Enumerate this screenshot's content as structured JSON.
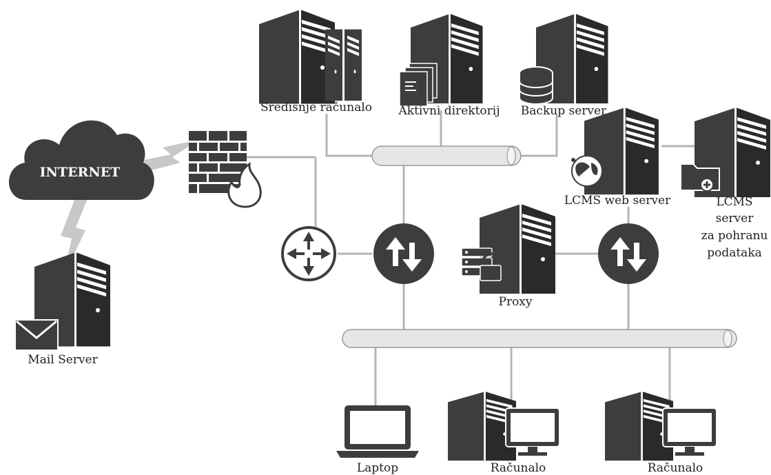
{
  "colors": {
    "device_dark": "#3d3d3d",
    "wire": "#b5b5b5",
    "bus_fill": "#e6e6e6",
    "lightning": "#c8c8c8",
    "background": "#ffffff"
  },
  "labels": {
    "internet": "INTERNET",
    "mail_server": "Mail Server",
    "central_computer": "Središnje računalo",
    "active_directory": "Aktivni direktorij",
    "backup_server": "Backup server",
    "lcms_web_server": "LCMS web server",
    "lcms_storage_line1": "LCMS",
    "lcms_storage_line2": "server",
    "lcms_storage_line3": "za pohranu",
    "lcms_storage_line4": "podataka",
    "proxy": "Proxy",
    "laptop": "Laptop",
    "computer_1": "Računalo",
    "computer_2": "Računalo"
  },
  "icons": {
    "cloud": "cloud-icon",
    "firewall": "firewall-icon",
    "router": "router-icon",
    "switch": "switch-icon",
    "server": "server-tower-icon",
    "laptop": "laptop-icon",
    "monitor": "monitor-icon",
    "mail": "envelope-icon",
    "database": "database-icon",
    "documents": "documents-icon",
    "globe": "globe-icon",
    "folder": "folder-add-icon",
    "lock": "lock-icon"
  }
}
